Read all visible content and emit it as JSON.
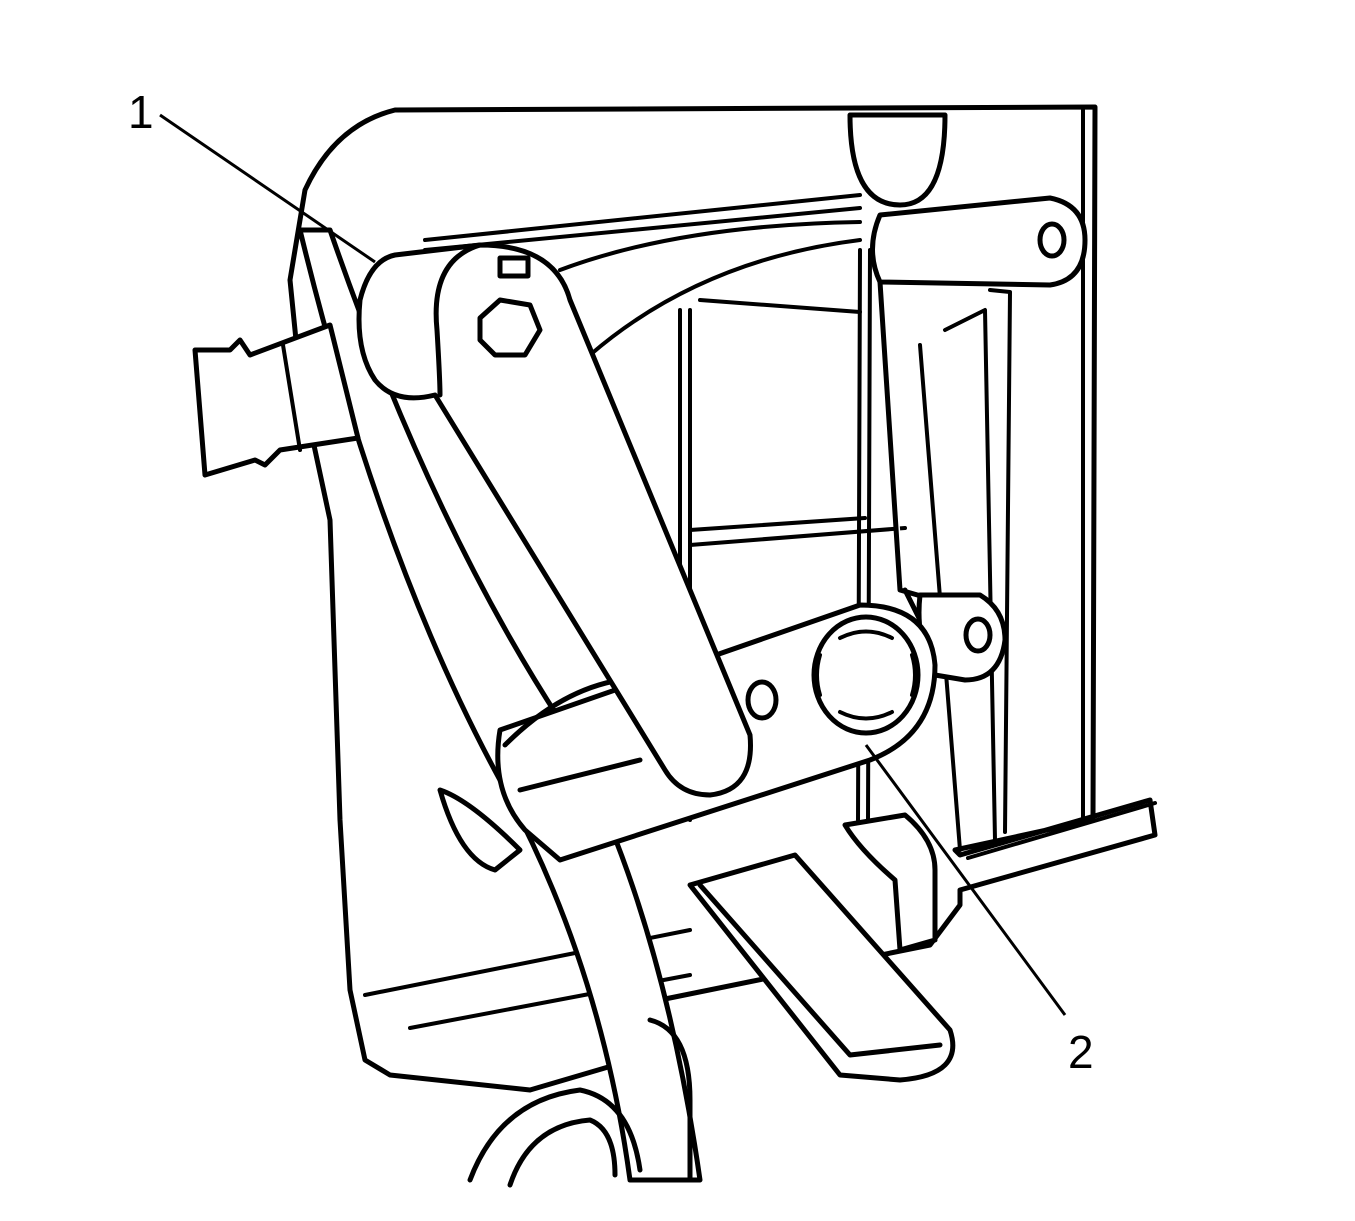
{
  "callouts": [
    {
      "id": "1",
      "label": "1"
    },
    {
      "id": "2",
      "label": "2"
    }
  ],
  "colors": {
    "line": "#000000",
    "fill": "#ffffff"
  }
}
